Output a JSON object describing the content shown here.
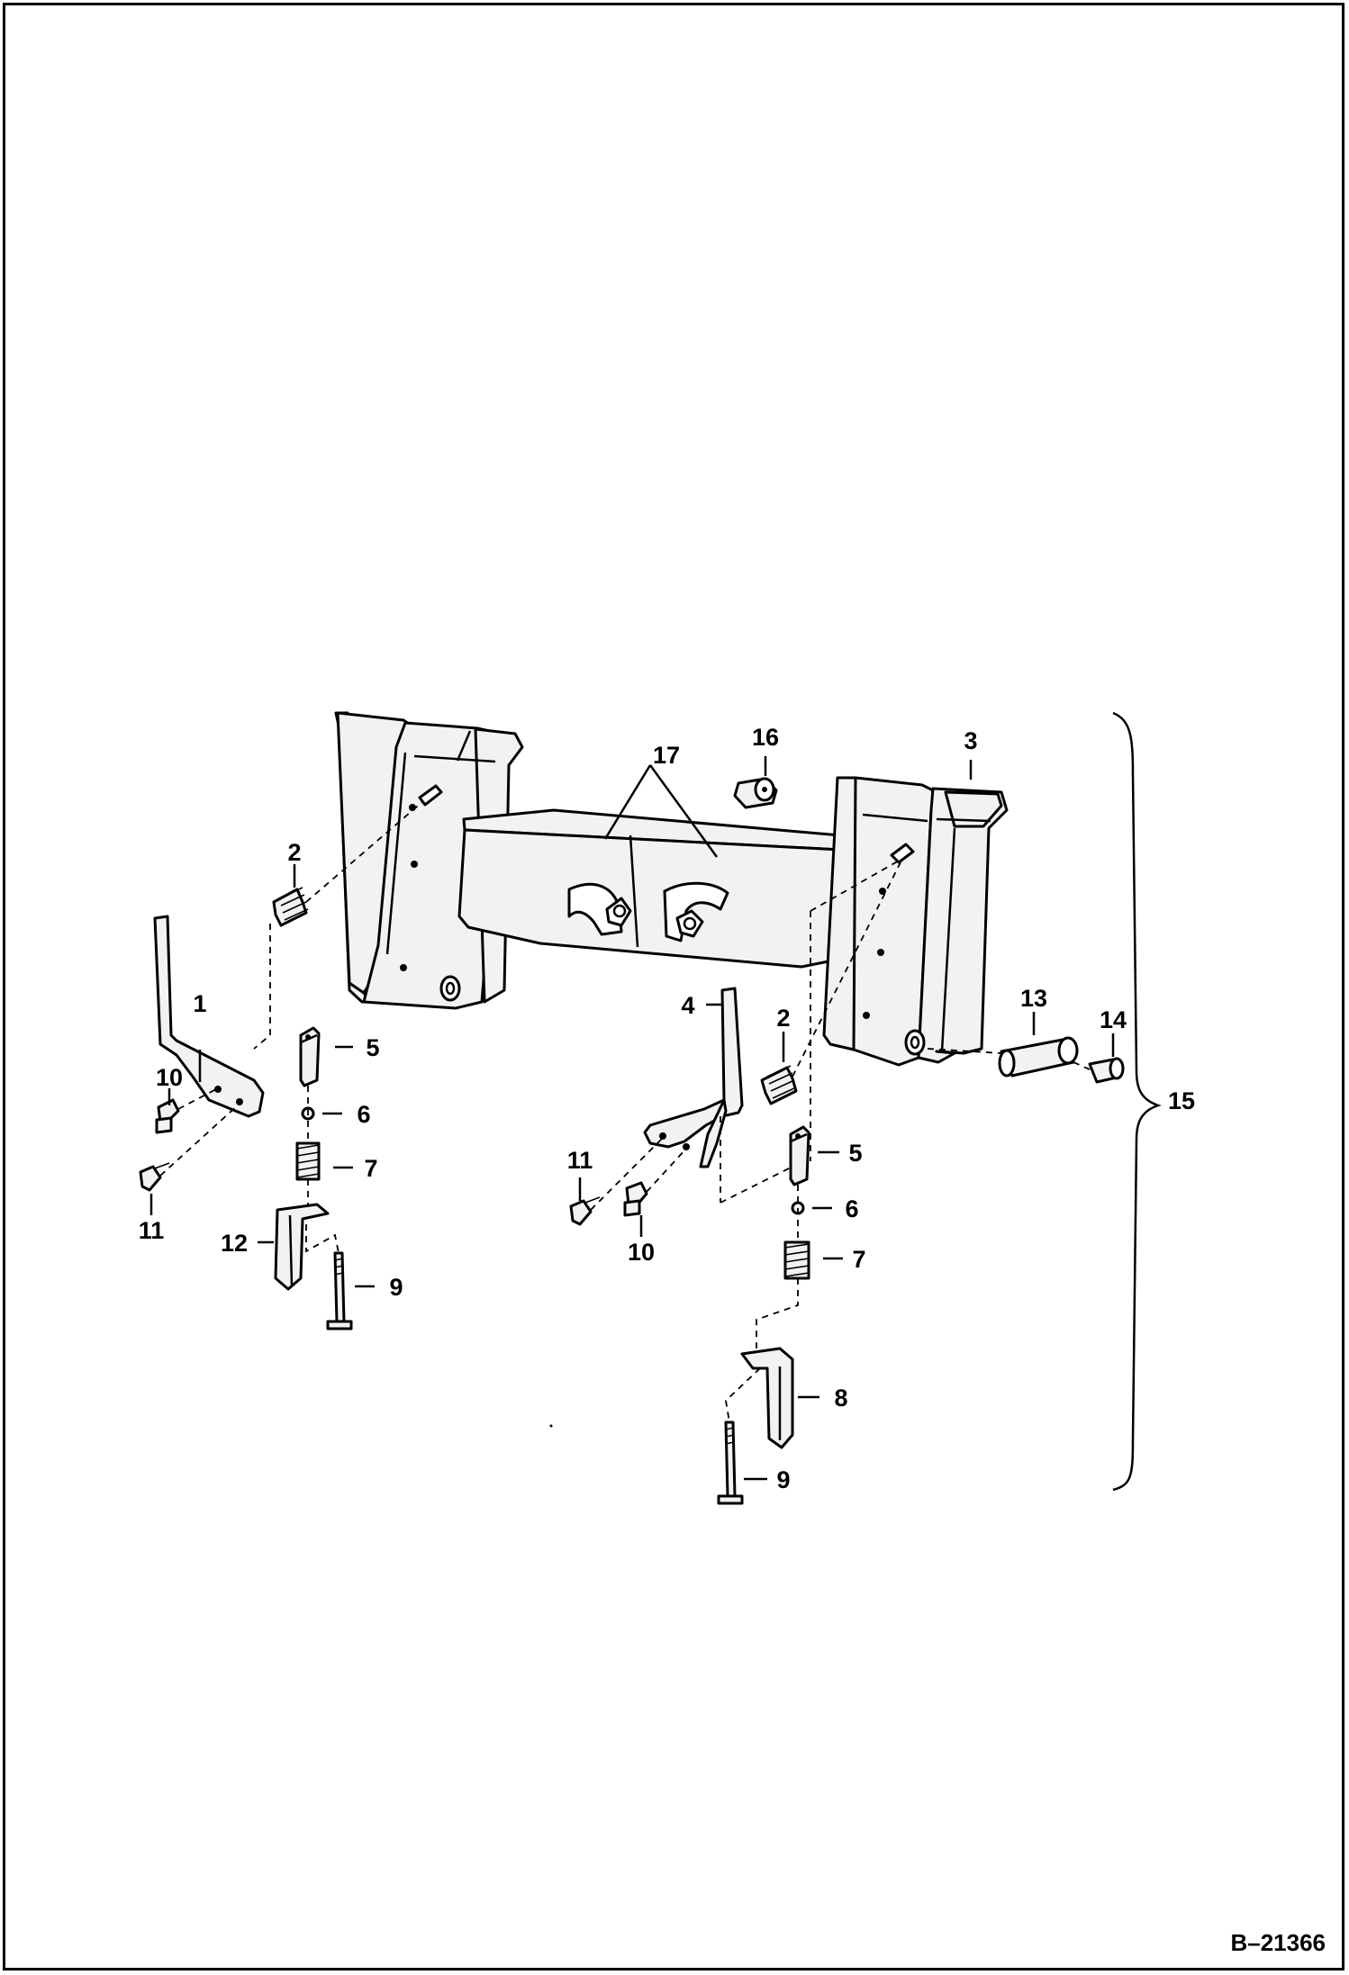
{
  "drawing_reference": "B–21366",
  "callouts": [
    {
      "id": "c1",
      "text": "1"
    },
    {
      "id": "c2a",
      "text": "2"
    },
    {
      "id": "c2b",
      "text": "2"
    },
    {
      "id": "c3",
      "text": "3"
    },
    {
      "id": "c4",
      "text": "4"
    },
    {
      "id": "c5a",
      "text": "5"
    },
    {
      "id": "c5b",
      "text": "5"
    },
    {
      "id": "c6a",
      "text": "6"
    },
    {
      "id": "c6b",
      "text": "6"
    },
    {
      "id": "c7a",
      "text": "7"
    },
    {
      "id": "c7b",
      "text": "7"
    },
    {
      "id": "c8",
      "text": "8"
    },
    {
      "id": "c9a",
      "text": "9"
    },
    {
      "id": "c9b",
      "text": "9"
    },
    {
      "id": "c10a",
      "text": "10"
    },
    {
      "id": "c10b",
      "text": "10"
    },
    {
      "id": "c11a",
      "text": "11"
    },
    {
      "id": "c11b",
      "text": "11"
    },
    {
      "id": "c12",
      "text": "12"
    },
    {
      "id": "c13",
      "text": "13"
    },
    {
      "id": "c14",
      "text": "14"
    },
    {
      "id": "c15",
      "text": "15"
    },
    {
      "id": "c16",
      "text": "16"
    },
    {
      "id": "c17",
      "text": "17"
    }
  ]
}
